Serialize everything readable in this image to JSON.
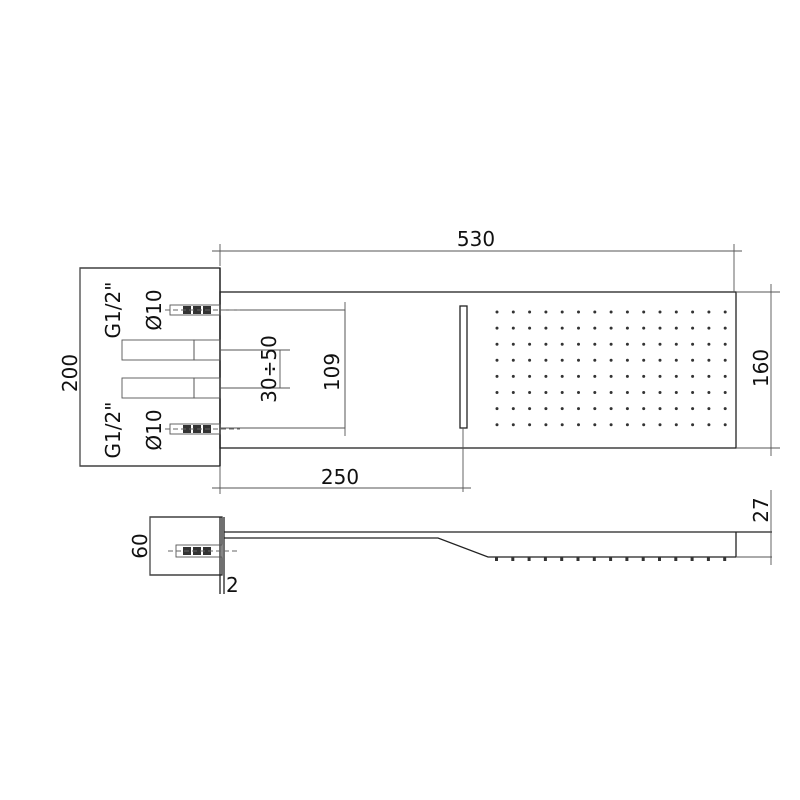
{
  "dimensions": {
    "overall_length": "530",
    "mount_plate_height": "200",
    "head_height": "160",
    "arm_to_head_length": "250",
    "inlet_spacing": "109",
    "adjustable_range": "30÷50",
    "inlet_thread_top": "G1/2\"",
    "inlet_thread_bottom": "G1/2\"",
    "pipe_diameter_top": "Ø10",
    "pipe_diameter_bottom": "Ø10",
    "side_depth": "60",
    "head_thickness": "27",
    "plate_thickness": "2"
  },
  "colors": {
    "line": "#222222",
    "background": "#ffffff"
  },
  "nozzle_grid": {
    "rows": 8,
    "columns": 15,
    "side_view_nozzles": 15
  }
}
